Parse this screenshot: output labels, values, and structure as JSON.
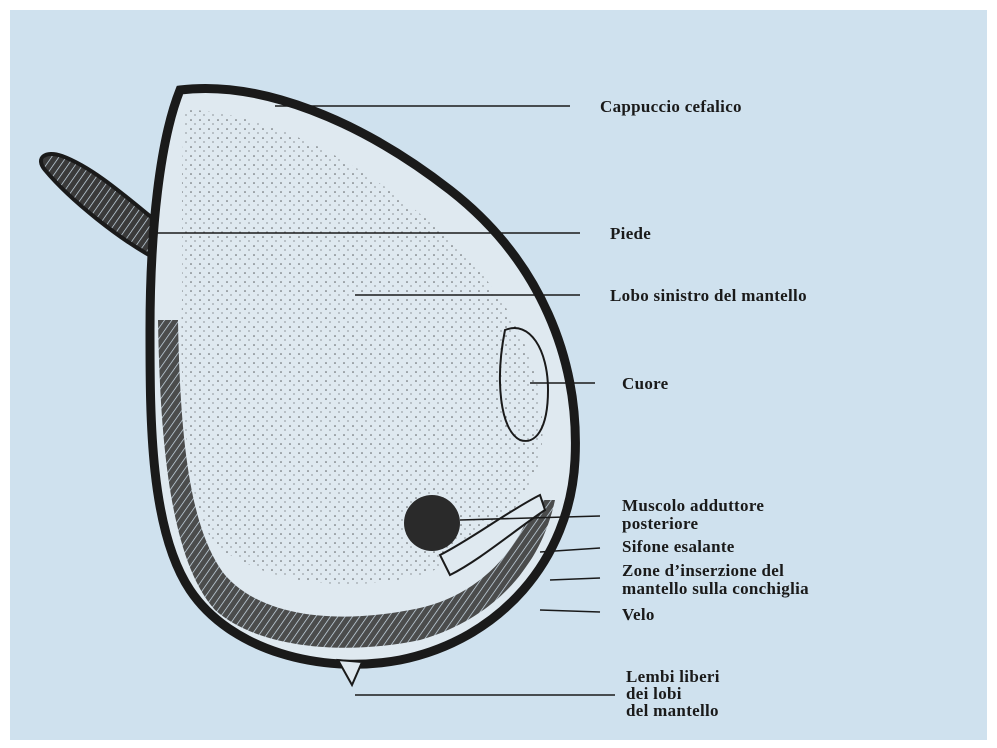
{
  "diagram": {
    "labels": {
      "cappuccio": "Cappuccio cefalico",
      "piede": "Piede",
      "lobo": "Lobo sinistro del mantello",
      "cuore": "Cuore",
      "muscolo_1": "Muscolo adduttore",
      "muscolo_2": "posteriore",
      "sifone": "Sifone esalante",
      "zone_1": "Zone d’inserzione del",
      "zone_2": "mantello sulla conchiglia",
      "velo": "Velo",
      "lembi_1": "Lembi liberi",
      "lembi_2": "dei lobi",
      "lembi_3": "del mantello"
    },
    "colors": {
      "background": "#cfe1ee",
      "ink": "#1a1a1a"
    }
  }
}
